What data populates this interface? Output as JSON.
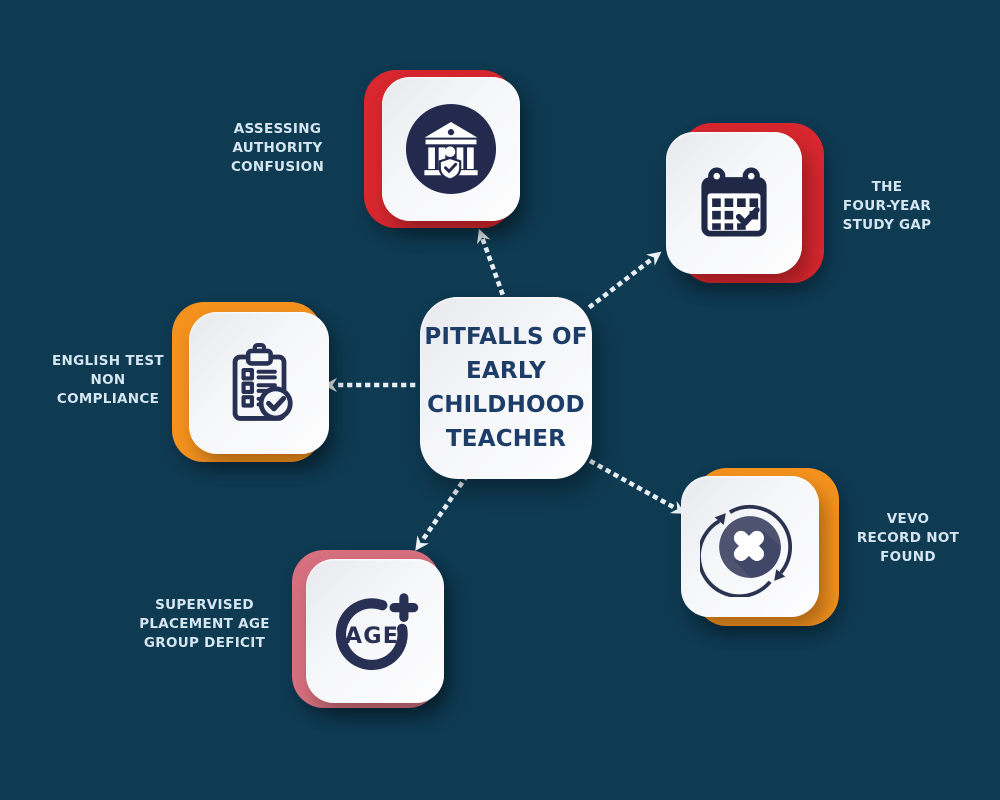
{
  "canvas": {
    "background_color": "#0e3a52",
    "connector_color": "#e9f0f4"
  },
  "center_card": {
    "title_lines": [
      "PITFALLS OF",
      "EARLY",
      "CHILDHOOD",
      "TEACHER"
    ],
    "text_color": "#1c3d68",
    "card_color": "#f3f4f7"
  },
  "label_color": "#d5e6f0",
  "nodes": [
    {
      "id": "assessing-authority-confusion",
      "icon": "bank-shield-icon",
      "accent_color": "#d8272e",
      "accent_side": "left",
      "label_lines": [
        "ASSESSING",
        "AUTHORITY",
        "CONFUSION"
      ]
    },
    {
      "id": "four-year-study-gap",
      "icon": "calendar-check-icon",
      "accent_color": "#d8272e",
      "accent_side": "right",
      "label_lines": [
        "THE",
        "FOUR-YEAR",
        "STUDY GAP"
      ]
    },
    {
      "id": "english-test-non-compliance",
      "icon": "clipboard-checklist-icon",
      "accent_color": "#f5921e",
      "accent_side": "left",
      "label_lines": [
        "ENGLISH TEST",
        "NON",
        "COMPLIANCE"
      ]
    },
    {
      "id": "supervised-placement-age-group-deficit",
      "icon": "age-plus-icon",
      "icon_text": "AGE",
      "accent_color": "#d7707e",
      "accent_side": "left",
      "label_lines": [
        "SUPERVISED",
        "PLACEMENT AGE",
        "GROUP DEFICIT"
      ]
    },
    {
      "id": "vevo-record-not-found",
      "icon": "cross-refresh-icon",
      "accent_color": "#f5921e",
      "accent_side": "right",
      "label_lines": [
        "VEVO",
        "RECORD NOT",
        "FOUND"
      ]
    }
  ]
}
